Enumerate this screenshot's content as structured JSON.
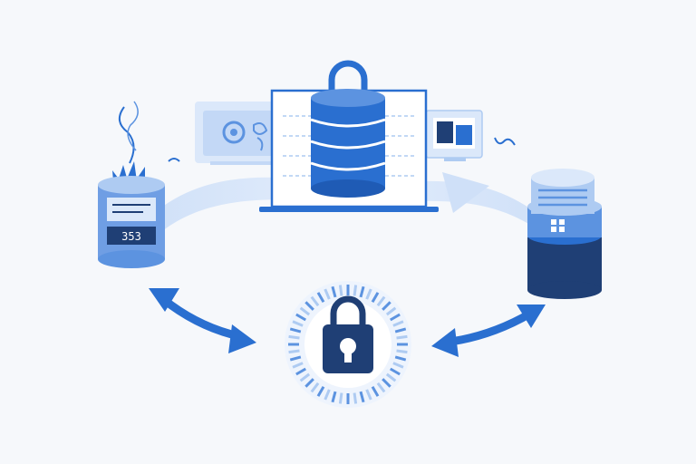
{
  "colors": {
    "background": "#f6f8fb",
    "navy": "#1f3f75",
    "primary": "#2a6fd0",
    "medium": "#5c93e0",
    "light": "#aecbf2",
    "pale": "#dbe8fa",
    "white": "#ffffff"
  },
  "elements": {
    "left_node": {
      "icon": "server-cylinder-icon",
      "label": "353",
      "has_plant": true
    },
    "center_node": {
      "icon": "database-lock-icon",
      "container": "laptop-window"
    },
    "right_node": {
      "icon": "server-stack-icon"
    },
    "hub": {
      "icon": "padlock-icon",
      "ring": "dashed-radial-ring"
    },
    "cards": [
      {
        "icon": "gear-card-icon"
      },
      {
        "icon": "mini-monitor-icon"
      }
    ],
    "arrows": [
      {
        "icon": "double-arrow-left-icon"
      },
      {
        "icon": "double-arrow-right-icon"
      }
    ]
  }
}
